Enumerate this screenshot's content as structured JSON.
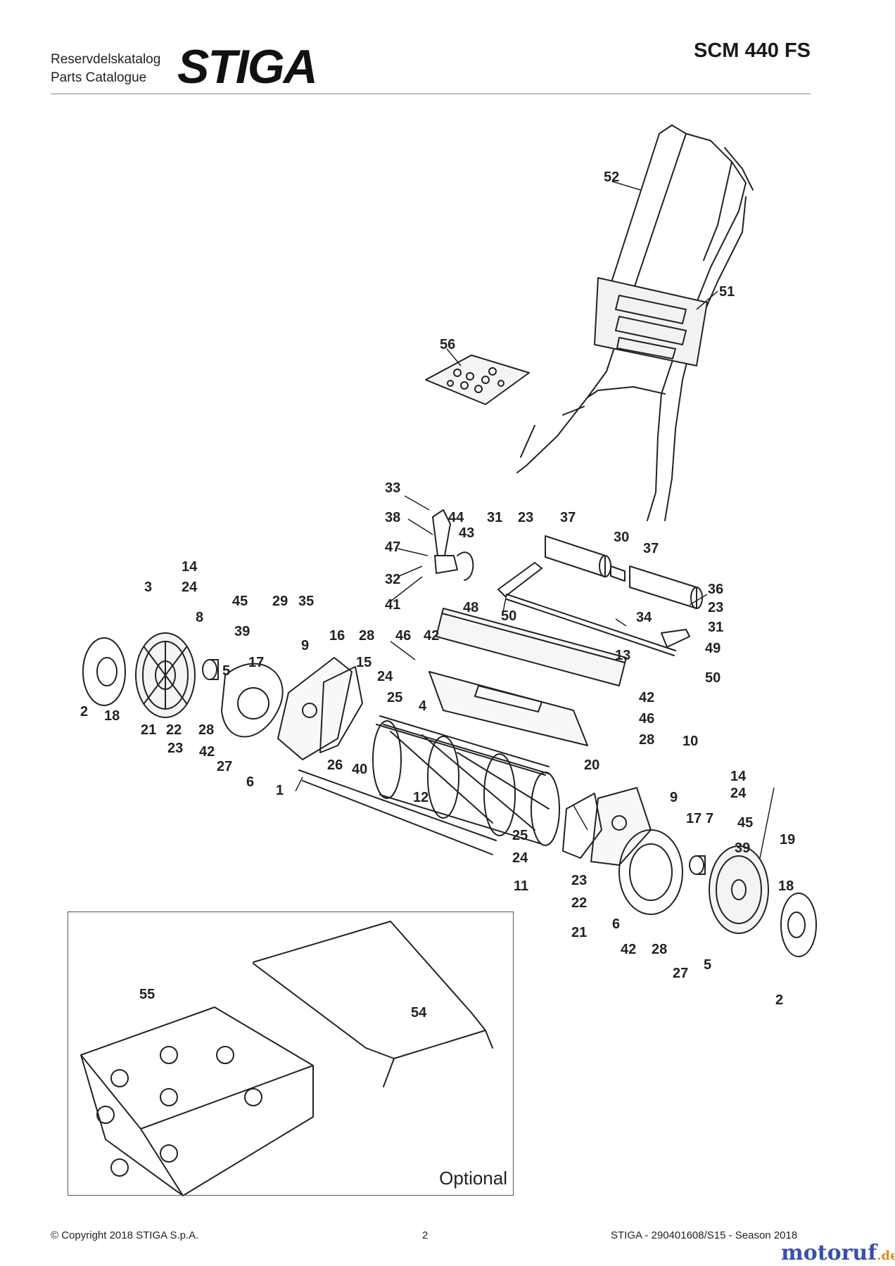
{
  "header": {
    "catalog_line1": "Reservdelskatalog",
    "catalog_line2": "Parts Catalogue",
    "brand": "STIGA",
    "model": "SCM 440 FS"
  },
  "diagram": {
    "callouts": [
      {
        "key": "c52",
        "label": "52"
      },
      {
        "key": "c51",
        "label": "51"
      },
      {
        "key": "c56",
        "label": "56"
      },
      {
        "key": "c33",
        "label": "33"
      },
      {
        "key": "c38",
        "label": "38"
      },
      {
        "key": "c44",
        "label": "44"
      },
      {
        "key": "c43",
        "label": "43"
      },
      {
        "key": "c31a",
        "label": "31"
      },
      {
        "key": "c23a",
        "label": "23"
      },
      {
        "key": "c37a",
        "label": "37"
      },
      {
        "key": "c30",
        "label": "30"
      },
      {
        "key": "c37b",
        "label": "37"
      },
      {
        "key": "c47",
        "label": "47"
      },
      {
        "key": "c32",
        "label": "32"
      },
      {
        "key": "c41",
        "label": "41"
      },
      {
        "key": "c48",
        "label": "48"
      },
      {
        "key": "c50a",
        "label": "50"
      },
      {
        "key": "c36",
        "label": "36"
      },
      {
        "key": "c23b",
        "label": "23"
      },
      {
        "key": "c31b",
        "label": "31"
      },
      {
        "key": "c34",
        "label": "34"
      },
      {
        "key": "c49",
        "label": "49"
      },
      {
        "key": "c50b",
        "label": "50"
      },
      {
        "key": "c14a",
        "label": "14"
      },
      {
        "key": "c24a",
        "label": "24"
      },
      {
        "key": "c3",
        "label": "3"
      },
      {
        "key": "c45a",
        "label": "45"
      },
      {
        "key": "c29",
        "label": "29"
      },
      {
        "key": "c35",
        "label": "35"
      },
      {
        "key": "c8",
        "label": "8"
      },
      {
        "key": "c39a",
        "label": "39"
      },
      {
        "key": "c9a",
        "label": "9"
      },
      {
        "key": "c16",
        "label": "16"
      },
      {
        "key": "c28a",
        "label": "28"
      },
      {
        "key": "c46a",
        "label": "46"
      },
      {
        "key": "c42a",
        "label": "42"
      },
      {
        "key": "c13",
        "label": "13"
      },
      {
        "key": "c17a",
        "label": "17"
      },
      {
        "key": "c5a",
        "label": "5"
      },
      {
        "key": "c15",
        "label": "15"
      },
      {
        "key": "c24b",
        "label": "24"
      },
      {
        "key": "c25a",
        "label": "25"
      },
      {
        "key": "c2a",
        "label": "2"
      },
      {
        "key": "c18a",
        "label": "18"
      },
      {
        "key": "c4",
        "label": "4"
      },
      {
        "key": "c42b",
        "label": "42"
      },
      {
        "key": "c46b",
        "label": "46"
      },
      {
        "key": "c28b",
        "label": "28"
      },
      {
        "key": "c21a",
        "label": "21"
      },
      {
        "key": "c22a",
        "label": "22"
      },
      {
        "key": "c28c",
        "label": "28"
      },
      {
        "key": "c23c",
        "label": "23"
      },
      {
        "key": "c42c",
        "label": "42"
      },
      {
        "key": "c27a",
        "label": "27"
      },
      {
        "key": "c26",
        "label": "26"
      },
      {
        "key": "c40",
        "label": "40"
      },
      {
        "key": "c6a",
        "label": "6"
      },
      {
        "key": "c10",
        "label": "10"
      },
      {
        "key": "c20",
        "label": "20"
      },
      {
        "key": "c1",
        "label": "1"
      },
      {
        "key": "c12",
        "label": "12"
      },
      {
        "key": "c14b",
        "label": "14"
      },
      {
        "key": "c24c",
        "label": "24"
      },
      {
        "key": "c9b",
        "label": "9"
      },
      {
        "key": "c17b",
        "label": "17"
      },
      {
        "key": "c7",
        "label": "7"
      },
      {
        "key": "c45b",
        "label": "45"
      },
      {
        "key": "c25b",
        "label": "25"
      },
      {
        "key": "c24d",
        "label": "24"
      },
      {
        "key": "c39b",
        "label": "39"
      },
      {
        "key": "c19",
        "label": "19"
      },
      {
        "key": "c11",
        "label": "11"
      },
      {
        "key": "c23d",
        "label": "23"
      },
      {
        "key": "c22b",
        "label": "22"
      },
      {
        "key": "c18b",
        "label": "18"
      },
      {
        "key": "c6b",
        "label": "6"
      },
      {
        "key": "c21b",
        "label": "21"
      },
      {
        "key": "c42d",
        "label": "42"
      },
      {
        "key": "c28d",
        "label": "28"
      },
      {
        "key": "c5b",
        "label": "5"
      },
      {
        "key": "c27b",
        "label": "27"
      },
      {
        "key": "c2b",
        "label": "2"
      },
      {
        "key": "c55",
        "label": "55"
      },
      {
        "key": "c54",
        "label": "54"
      }
    ],
    "optional_label": "Optional"
  },
  "footer": {
    "copyright": "© Copyright 2018 STIGA S.p.A.",
    "page": "2",
    "reference": "STIGA - 290401608/S15 - Season 2018"
  },
  "watermark": {
    "name": "motoruf",
    "tld": ".de"
  },
  "colors": {
    "line": "#222222",
    "rule": "#888888",
    "watermark_blue": "#3a4fa8",
    "watermark_orange": "#e08a1e"
  }
}
